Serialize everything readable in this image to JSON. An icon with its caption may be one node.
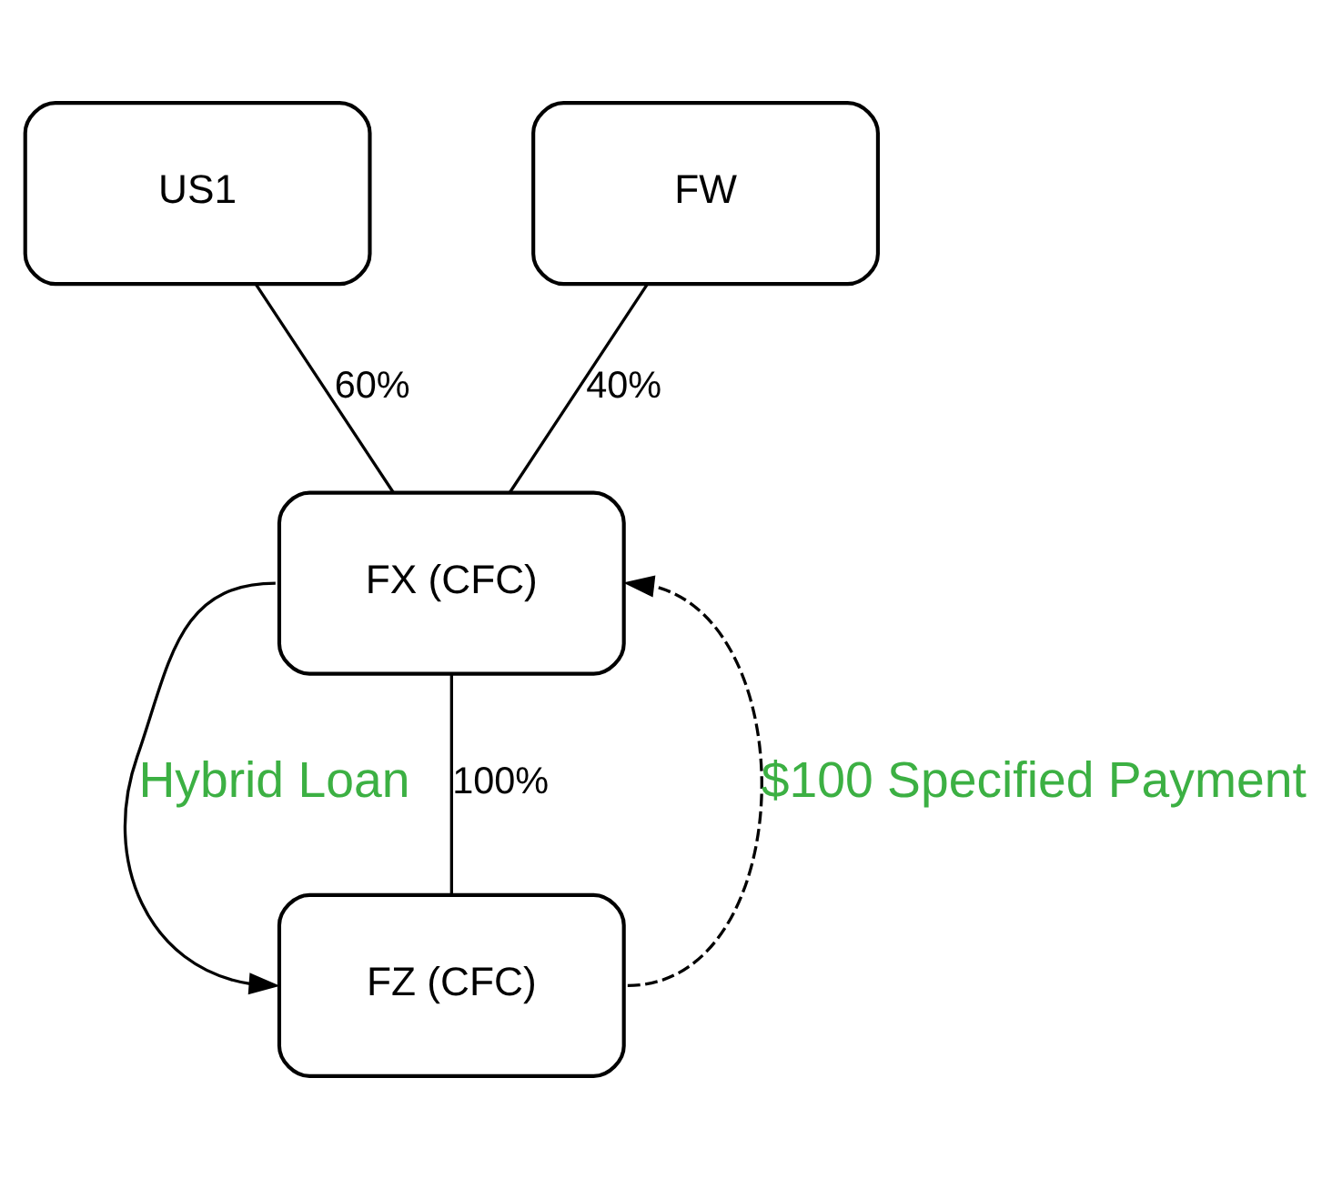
{
  "diagram": {
    "nodes": [
      {
        "text": [
          "US1"
        ]
      },
      {
        "text": [
          "FW"
        ]
      },
      {
        "text": [
          "FX (CFC)"
        ]
      },
      {
        "text": [
          "FZ (CFC)"
        ]
      }
    ],
    "edges": [
      {
        "from": 0,
        "to": 2,
        "arrow": "none",
        "label": "60%"
      },
      {
        "from": 1,
        "to": 2,
        "arrow": "none",
        "label": "40%"
      },
      {
        "from": 2,
        "to": 3,
        "arrow": "none",
        "label": "100%"
      },
      {
        "from": 2,
        "to": 3,
        "arrow": "to",
        "label": "Hybrid Loan"
      },
      {
        "from": 3,
        "to": 2,
        "arrow": "to",
        "label": "$100 Specified Payment",
        "style": "dashed"
      }
    ]
  }
}
